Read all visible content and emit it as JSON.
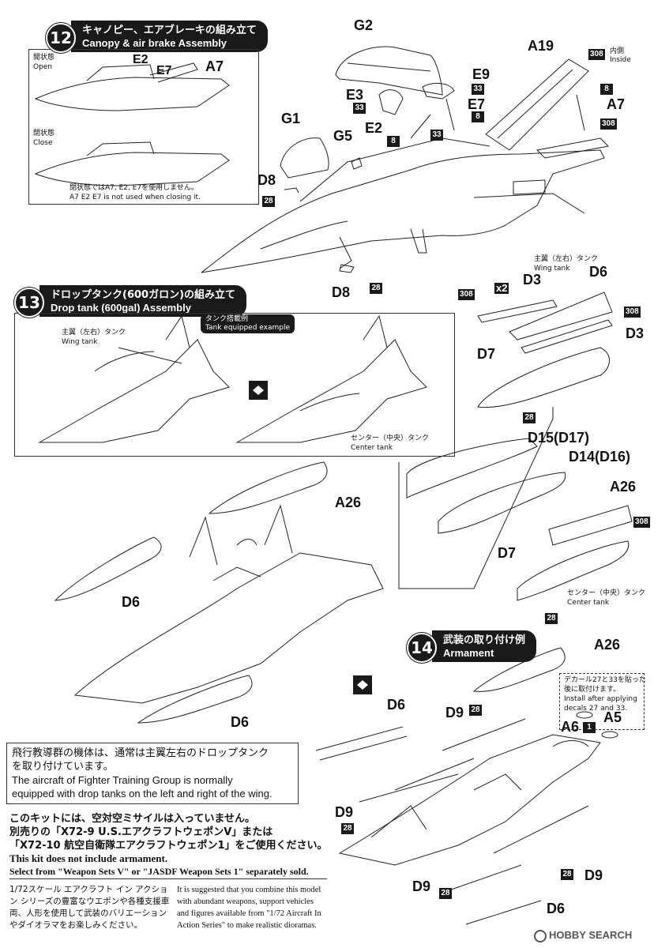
{
  "step12": {
    "number": "12",
    "title_jp": "キャノピー、エアブレーキの組み立て",
    "title_en": "Canopy & air brake Assembly",
    "open_jp": "開状態",
    "open_en": "Open",
    "close_jp": "閉状態",
    "close_en": "Close",
    "inset_parts": [
      "E2",
      "E7",
      "A7"
    ],
    "closed_note_jp": "閉状態ではA7, E2, E7を使用しません。",
    "closed_note_en": "A7 E2 E7 is not used when closing it.",
    "parts": [
      "G2",
      "A19",
      "E9",
      "E3",
      "E7",
      "E2",
      "G1",
      "G5",
      "D8",
      "D8",
      "A7"
    ],
    "inside_jp": "内側",
    "inside_en": "Inside",
    "decals": [
      "308",
      "8",
      "33",
      "33",
      "8",
      "33",
      "8",
      "28",
      "28",
      "308"
    ]
  },
  "step13": {
    "number": "13",
    "title_jp": "ドロップタンク(600ガロン)の組み立て",
    "title_en": "Drop tank (600gal) Assembly",
    "example_jp": "タンク搭載例",
    "example_en": "Tank equipped example",
    "wing_tank_jp": "主翼（左右）タンク",
    "wing_tank_en": "Wing tank",
    "center_tank_jp": "センター（中央）タンク",
    "center_tank_en": "Center tank",
    "multiplier": "x2",
    "parts": [
      "D3",
      "D6",
      "D3",
      "D7",
      "D15(D17)",
      "D14(D16)",
      "A26",
      "D7",
      "A26",
      "D6",
      "D6"
    ],
    "decals": [
      "308",
      "308",
      "28",
      "308",
      "28"
    ]
  },
  "step14": {
    "number": "14",
    "title_jp": "武装の取り付け例",
    "title_en": "Armament",
    "decal_note_jp_1": "デカール27と33を貼った",
    "decal_note_jp_2": "後に取付けます。",
    "decal_note_en_1": "Install after applying",
    "decal_note_en_2": "decals 27 and 33.",
    "parts": [
      "A26",
      "D6",
      "D9",
      "A6",
      "A5",
      "D9",
      "D9",
      "D9",
      "D6"
    ],
    "decals": [
      "28",
      "1",
      "28",
      "28",
      "28"
    ]
  },
  "fighter_note": {
    "jp_1": "飛行教導群の機体は、通常は主翼左右のドロップタンク",
    "jp_2": "を取り付けています。",
    "en_1": "The aircraft of Fighter Training Group  is normally",
    "en_2": "equipped with drop tanks on the left and right of the wing."
  },
  "armament_note": {
    "jp_1": "このキットには、空対空ミサイルは入っていません。",
    "jp_2": "別売りの「X72-9 U.S.エアクラフトウェポンV」または",
    "jp_3": "「X72-10 航空自衛隊エアクラフトウェポン1」をご使用ください。",
    "en_1": "This kit does not include armament.",
    "en_2": "Select from \"Weapon Sets V\" or \"JASDF Weapon Sets 1\" separately sold."
  },
  "series_note": {
    "jp": "1/72スケール エアクラフト イン アクション シリーズの豊富なウエポンや各種支援車両、人形を使用して武装のバリエーションやダイオラマをお楽しみください。",
    "en": "It is suggested that you combine this model with abundant weapons, support vehicles and figures available from \"1/72 Aircraft In Action Series\" to make realistic dioramas."
  },
  "watermark": "HOBBY SEARCH",
  "colors": {
    "ink": "#1a1a1a",
    "line": "#333333",
    "paper": "#ffffff"
  }
}
